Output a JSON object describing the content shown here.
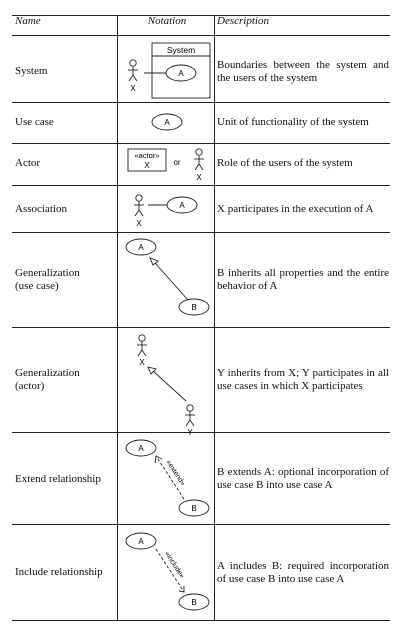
{
  "header": {
    "name": "Name",
    "notation": "Notation",
    "description": "Description"
  },
  "rows": [
    {
      "name": "System",
      "description": "Boundaries between the system and the users of the system",
      "notation": {
        "system_label": "System",
        "usecase": "A",
        "actor": "X"
      }
    },
    {
      "name": "Use case",
      "description": "Unit of functionality of the system",
      "notation": {
        "usecase": "A"
      }
    },
    {
      "name": "Actor",
      "description": "Role of the users of the system",
      "notation": {
        "stereotype": "«actor»",
        "actor_box_name": "X",
        "or": "or",
        "actor": "X"
      }
    },
    {
      "name": "Association",
      "description": "X participates in the execution of A",
      "notation": {
        "actor": "X",
        "usecase": "A"
      }
    },
    {
      "name": "Generalization\n(use case)",
      "description": "B inherits all properties and the entire behavior of A",
      "notation": {
        "parent": "A",
        "child": "B"
      }
    },
    {
      "name": "Generalization\n(actor)",
      "description": "Y inherits from X; Y participates in all use cases in which X participates",
      "notation": {
        "parent": "X",
        "child": "Y"
      }
    },
    {
      "name": "Extend relationship",
      "description": "B extends A: optional incorporation of use case B into use case A",
      "notation": {
        "top": "A",
        "bottom": "B",
        "stereotype": "«extend»"
      }
    },
    {
      "name": "Include relationship",
      "description": "A includes B: required incorporation of use case B into use case A",
      "notation": {
        "top": "A",
        "bottom": "B",
        "stereotype": "«include»"
      }
    }
  ]
}
